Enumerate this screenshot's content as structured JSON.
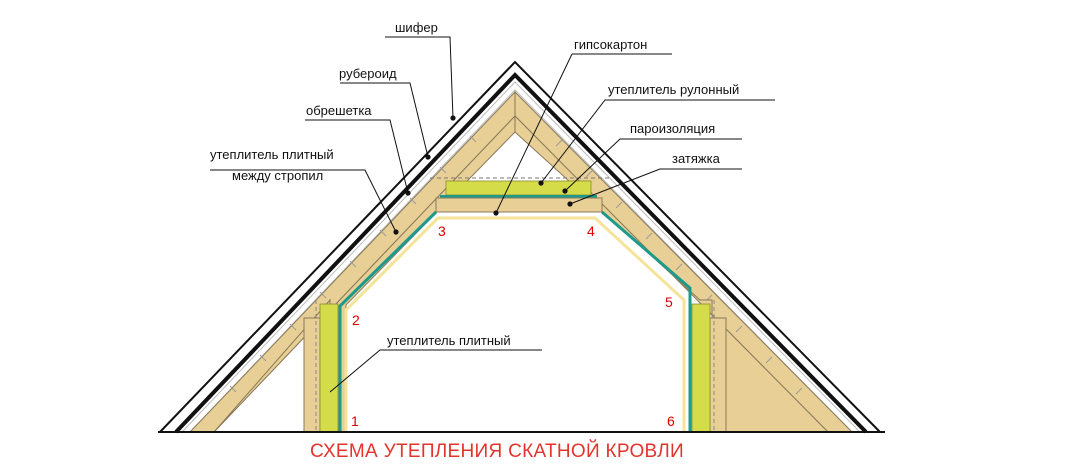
{
  "title": "СХЕМА УТЕПЛЕНИЯ СКАТНОЙ КРОВЛИ",
  "labels": {
    "shifer": "шифер",
    "ruberoid": "рубероид",
    "obreshetka": "обрешетка",
    "uteplitel_plitny_1": "утеплитель плитный",
    "mezhdu_stropil": "между стропил",
    "gipsokarton": "гипсокартон",
    "uteplitel_rulonny": "утеплитель рулонный",
    "paroizolyatsiya": "пароизоляция",
    "zatyazhka": "затяжка",
    "uteplitel_plitny_2": "утеплитель плитный"
  },
  "points": [
    "1",
    "2",
    "3",
    "4",
    "5",
    "6"
  ],
  "colors": {
    "timber": "#e8cf95",
    "timber_edge": "#8a7a5a",
    "insulation": "#d4dc4a",
    "vapor_barrier": "#1e9a8c",
    "drywall": "#f6e39a",
    "roof_line": "#111111",
    "title": "#e2342c",
    "point_numbers": "#e00000"
  }
}
